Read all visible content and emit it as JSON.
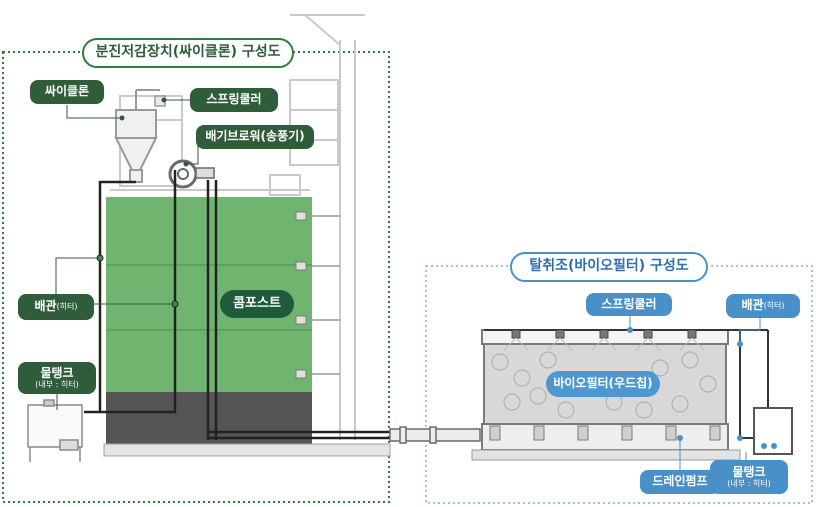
{
  "left_section": {
    "title": "분진저감장치(싸이클론) 구성도",
    "cyclone": "싸이클론",
    "spring_cooler": "스프링쿨러",
    "blower": "배기브로워(송풍기)",
    "pipe": "배관",
    "pipe_sub": "(히터)",
    "compost": "콤포스트",
    "water_tank": "물탱크",
    "water_tank_sub": "(내부 : 히터)"
  },
  "right_section": {
    "title": "탈취조(바이오필터) 구성도",
    "spring_cooler": "스프링쿨러",
    "pipe": "배관",
    "pipe_sub": "(히터)",
    "bio_filter": "바이오필터(우드칩)",
    "drain_pump": "드레인펌프",
    "water_tank": "물탱크",
    "water_tank_sub": "(내부 : 히터)"
  },
  "colors": {
    "green_dark": "#2f5d3a",
    "compost_green": "#6fb56f",
    "blue": "#4a90c8"
  }
}
